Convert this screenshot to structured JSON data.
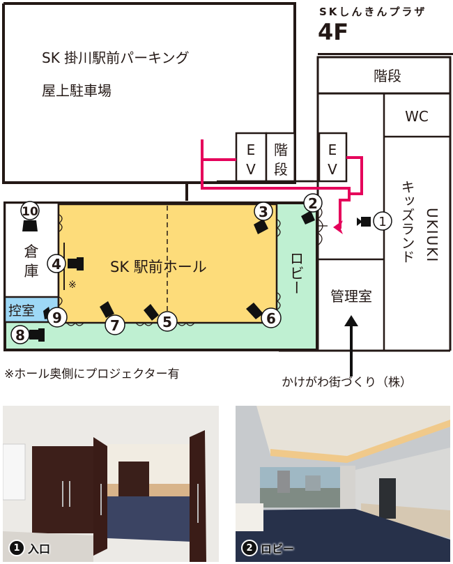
{
  "header": {
    "building_name": "SKしんきんプラザ",
    "floor": "4F"
  },
  "rooms": {
    "parking_line1": "SK 掛川駅前パーキング",
    "parking_line2": "屋上駐車場",
    "ev_left": [
      "E",
      "V"
    ],
    "stairs_mid": [
      "階",
      "段"
    ],
    "ev_right": [
      "E",
      "V"
    ],
    "stairs_right": "階段",
    "wc": "WC",
    "kids_land_line1": "キッズランド",
    "kids_land_line2": "UKIUKI",
    "management": "管理室",
    "hall": "SK 駅前ホール",
    "lobby": "ロビー",
    "storage": "倉庫",
    "waiting_room": "控室",
    "projector_mark": "※"
  },
  "cameras": [
    {
      "id": "1",
      "label": "1"
    },
    {
      "id": "2",
      "label": "2"
    },
    {
      "id": "3",
      "label": "3"
    },
    {
      "id": "4",
      "label": "4"
    },
    {
      "id": "5",
      "label": "5"
    },
    {
      "id": "6",
      "label": "6"
    },
    {
      "id": "7",
      "label": "7"
    },
    {
      "id": "8",
      "label": "8"
    },
    {
      "id": "9",
      "label": "9"
    },
    {
      "id": "10",
      "label": "10"
    }
  ],
  "notes": {
    "projector": "※ホール奥側にプロジェクター有",
    "management_company": "かけがわ街づくり（株）"
  },
  "photos": [
    {
      "number": "1",
      "caption": "入口"
    },
    {
      "number": "2",
      "caption": "ロビー"
    }
  ],
  "colors": {
    "hall": "#FDDC7A",
    "lobby": "#BFF0D2",
    "waiting_room": "#9ED8F6",
    "route": "#E5005A",
    "wall": "#231815"
  }
}
